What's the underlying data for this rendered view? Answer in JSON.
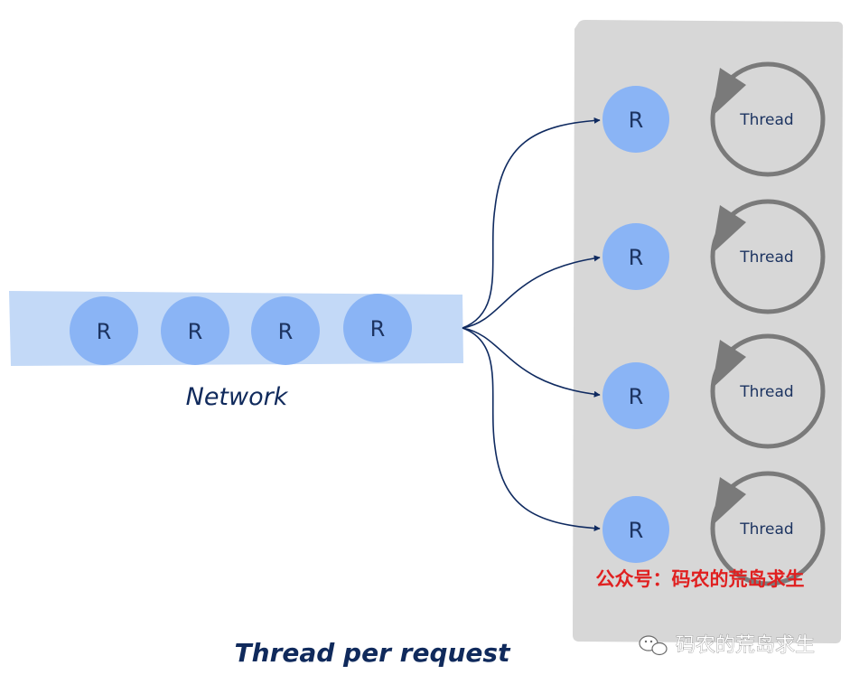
{
  "network": {
    "label": "Network",
    "requests": [
      "R",
      "R",
      "R",
      "R"
    ]
  },
  "handlers": [
    {
      "request": "R",
      "thread": "Thread"
    },
    {
      "request": "R",
      "thread": "Thread"
    },
    {
      "request": "R",
      "thread": "Thread"
    },
    {
      "request": "R",
      "thread": "Thread"
    }
  ],
  "caption": "Thread per request",
  "overlay_text": "公众号：码农的荒岛求生",
  "watermark_text": "码农的荒岛求生",
  "colors": {
    "network_band": "#c3d9f7",
    "request_node": "#8ab4f5",
    "server_panel": "#d7d7d7",
    "thread_ring": "#7a7a7a",
    "arrow": "#0f2a60"
  }
}
